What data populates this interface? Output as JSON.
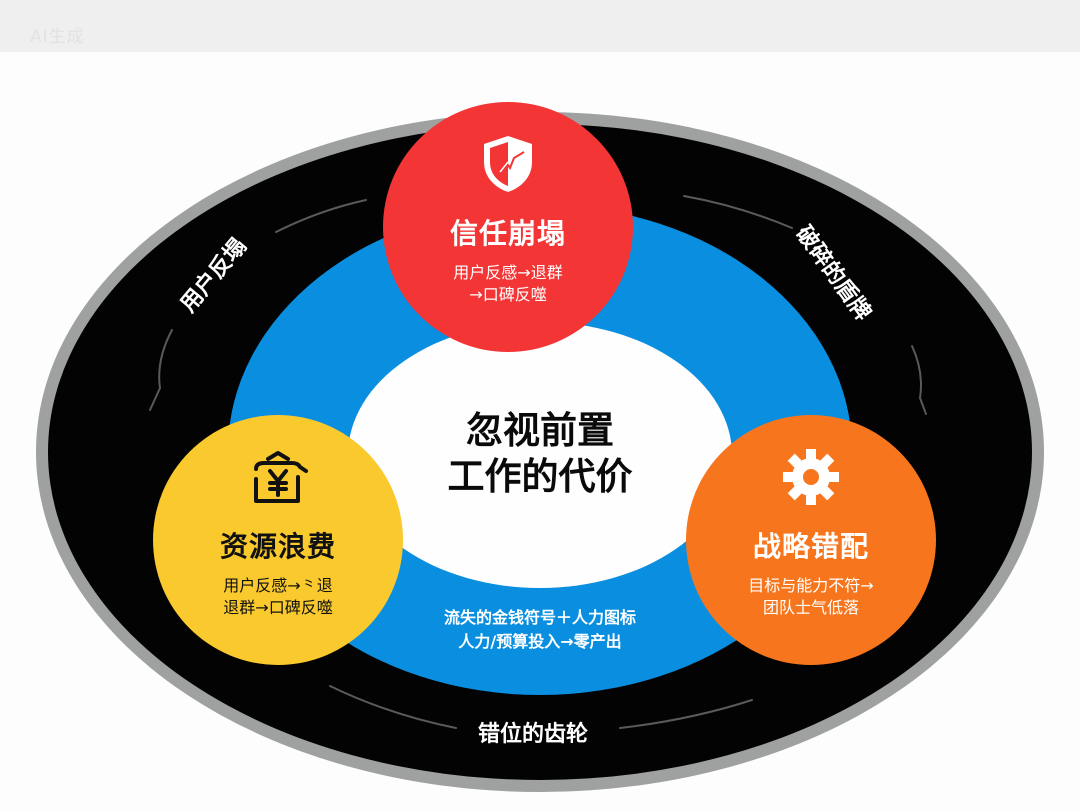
{
  "watermark": "AI生成",
  "colors": {
    "background": "#fdfdfd",
    "top_band": "#efefef",
    "outer_ring_border": "#9fa0a0",
    "outer_ring": "#030303",
    "middle_ring": "#0a8fe0",
    "core": "#fefefe",
    "red": "#f33535",
    "yellow": "#f9c92e",
    "orange": "#f7761d"
  },
  "center": {
    "title_line1": "忽视前置",
    "title_line2": "工作的代价"
  },
  "nodes": [
    {
      "icon": "broken-shield-icon",
      "title": "信任崩塌",
      "desc_line1": "用户反感→退群",
      "desc_line2": "→口碑反噬"
    },
    {
      "icon": "money-bag-yen-icon",
      "title": "资源浪费",
      "desc_line1": "用户反感→⺀退",
      "desc_line2": "退群→口碑反噬"
    },
    {
      "icon": "gear-icon",
      "title": "战略错配",
      "desc_line1": "目标与能力不符→",
      "desc_line2": "团队士气低落"
    }
  ],
  "middle_ring_text": {
    "line1": "流失的金钱符号＋人力图标",
    "line2": "人力/预算投入→零产出"
  },
  "outer_ring_labels": {
    "left": "用户反塌",
    "right": "破碎的盾牌",
    "bottom": "错位的齿轮"
  }
}
